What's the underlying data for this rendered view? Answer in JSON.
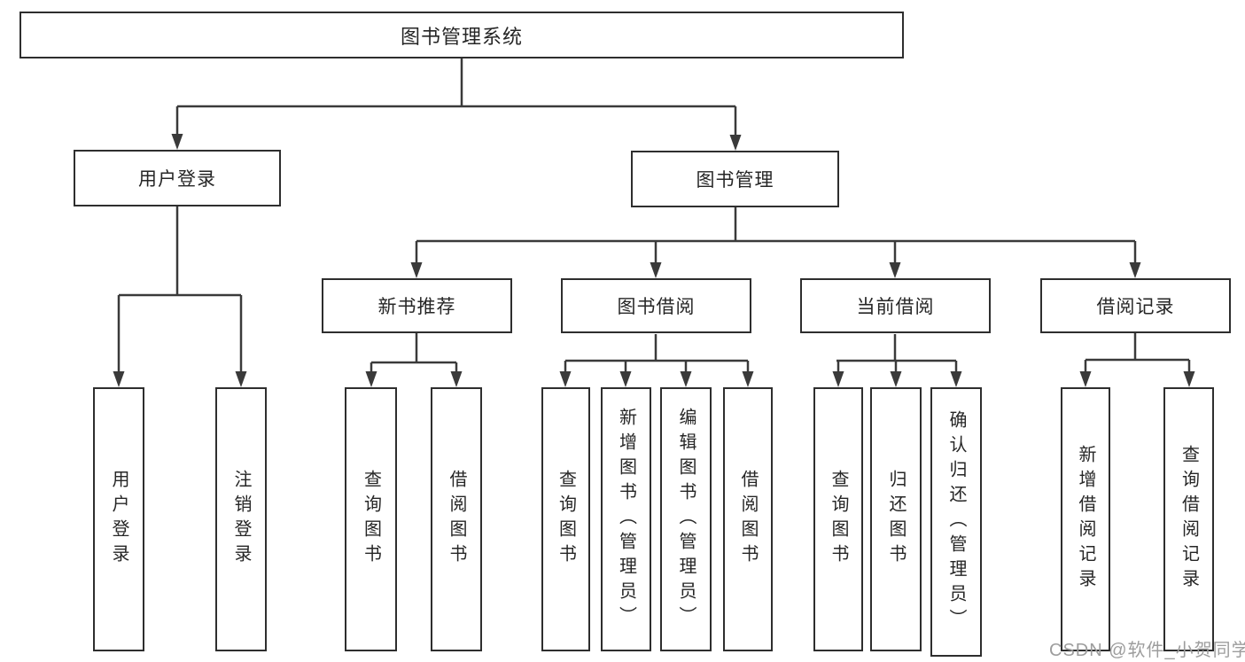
{
  "tree": {
    "label": "图书管理系统",
    "children": [
      {
        "label": "用户登录",
        "children": [
          {
            "label": "用户登录"
          },
          {
            "label": "注销登录"
          }
        ]
      },
      {
        "label": "图书管理",
        "children": [
          {
            "label": "新书推荐",
            "children": [
              {
                "label": "查询图书"
              },
              {
                "label": "借阅图书"
              }
            ]
          },
          {
            "label": "图书借阅",
            "children": [
              {
                "label": "查询图书"
              },
              {
                "label": "新增图书（管理员）"
              },
              {
                "label": "编辑图书（管理员）"
              },
              {
                "label": "借阅图书"
              }
            ]
          },
          {
            "label": "当前借阅",
            "children": [
              {
                "label": "查询图书"
              },
              {
                "label": "归还图书"
              },
              {
                "label": "确认归还（管理员）"
              }
            ]
          },
          {
            "label": "借阅记录",
            "children": [
              {
                "label": "新增借阅记录"
              },
              {
                "label": "查询借阅记录"
              }
            ]
          }
        ]
      }
    ]
  },
  "watermark": {
    "text": "CSDN @软件_小贺同学"
  },
  "colors": {
    "line": "#3a3a3a",
    "border": "#2e2e2e",
    "text": "#262626",
    "watermark": "#9d9d9d"
  }
}
